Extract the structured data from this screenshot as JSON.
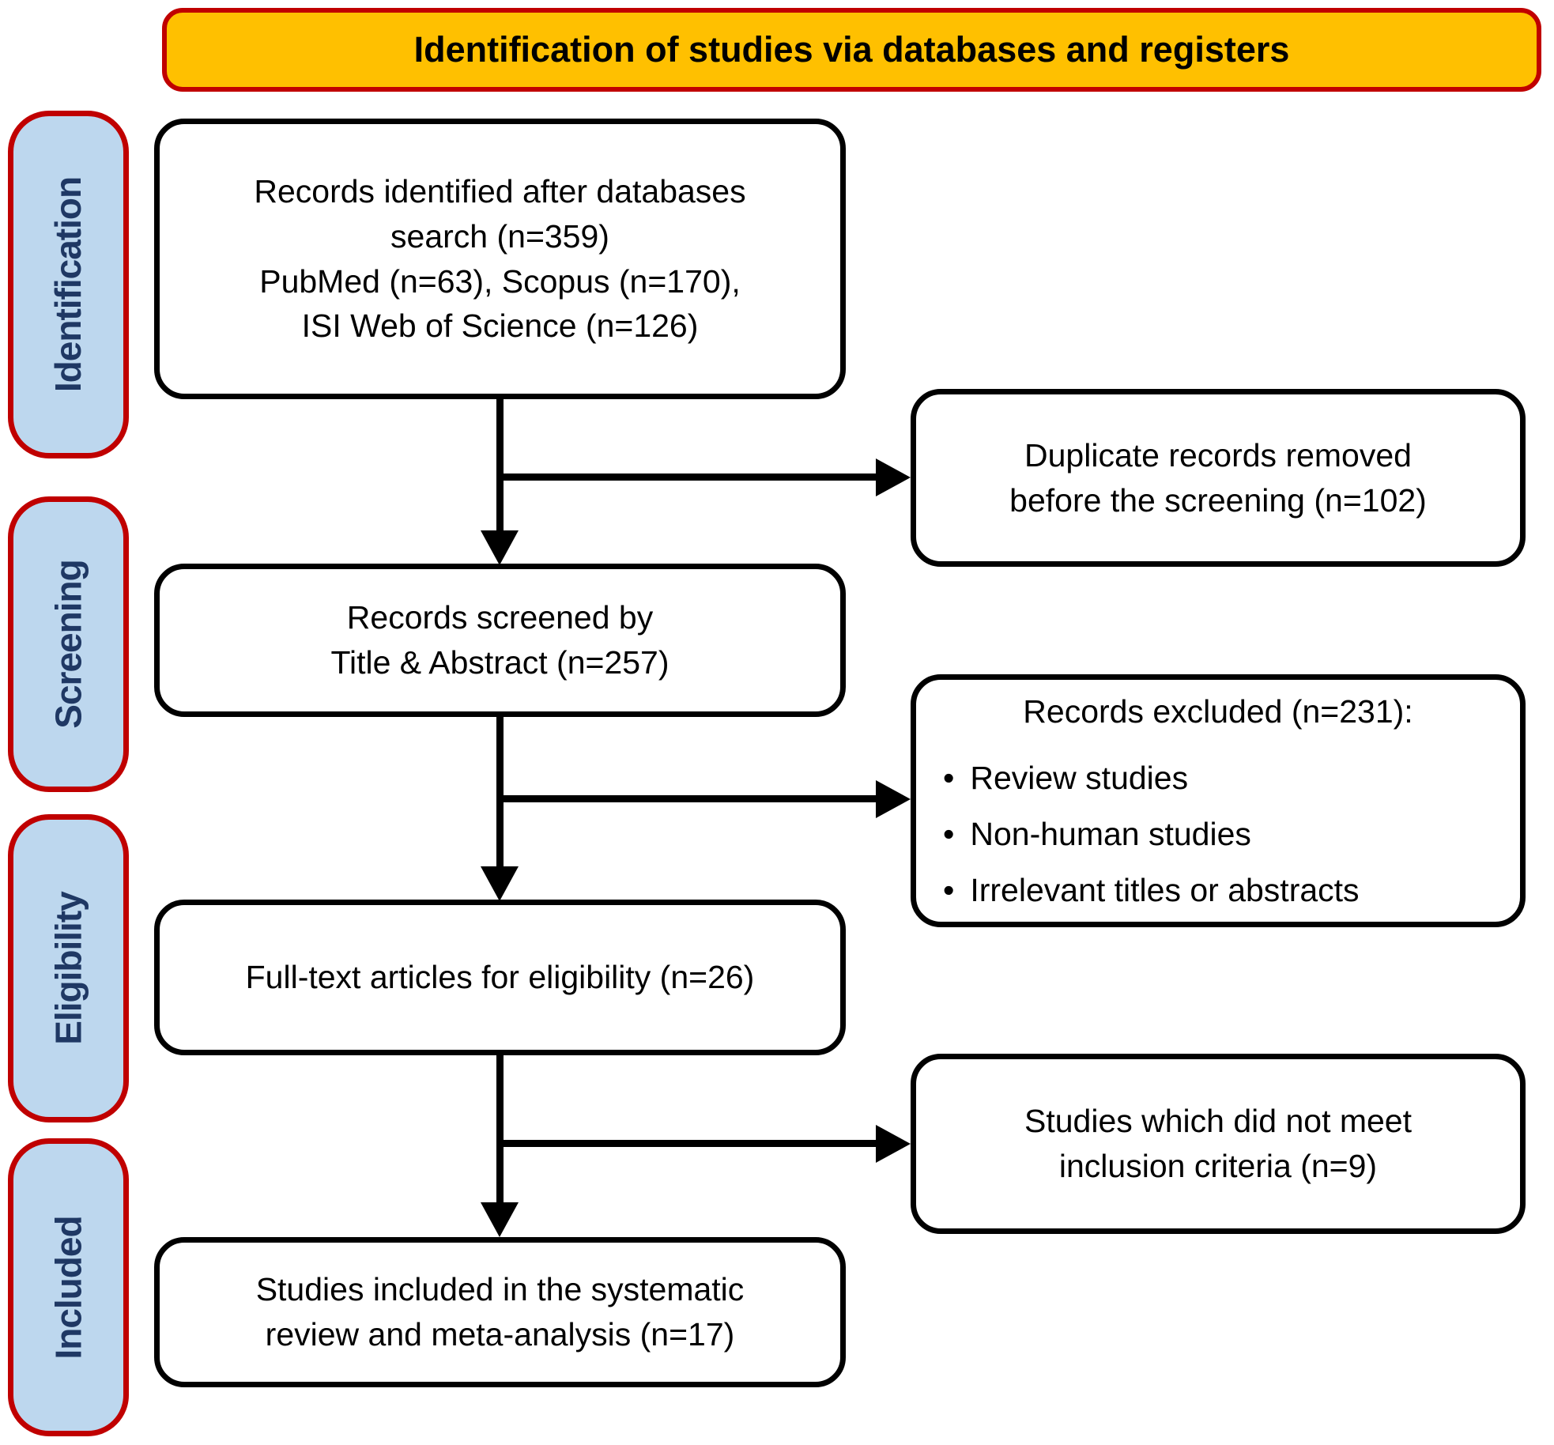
{
  "header": {
    "title": "Identification of studies via databases and registers"
  },
  "colors": {
    "banner_fill": "#FFC000",
    "banner_border": "#C00000",
    "stage_fill": "#BDD7EE",
    "stage_border": "#C00000",
    "stage_text": "#1F3864",
    "box_border": "#000000",
    "box_fill": "#FFFFFF",
    "arrow": "#000000"
  },
  "stages": [
    {
      "label": "Identification"
    },
    {
      "label": "Screening"
    },
    {
      "label": "Eligibility"
    },
    {
      "label": "Included"
    }
  ],
  "main_boxes": [
    {
      "id": "records-identified",
      "lines": [
        "Records identified after databases",
        "search (n=359)",
        "PubMed (n=63), Scopus (n=170),",
        "ISI Web of Science (n=126)"
      ]
    },
    {
      "id": "records-screened",
      "lines": [
        "Records screened by",
        "Title & Abstract (n=257)"
      ]
    },
    {
      "id": "fulltext-eligibility",
      "lines": [
        "Full-text articles for eligibility (n=26)"
      ]
    },
    {
      "id": "studies-included",
      "lines": [
        "Studies included in the systematic",
        "review and meta-analysis (n=17)"
      ]
    }
  ],
  "side_boxes": [
    {
      "id": "duplicates-removed",
      "lines": [
        "Duplicate records removed",
        "before the screening (n=102)"
      ]
    },
    {
      "id": "records-excluded",
      "title": "Records excluded (n=231):",
      "bullet_char": "•",
      "bullets": [
        "Review studies",
        "Non-human studies",
        "Irrelevant titles or abstracts"
      ]
    },
    {
      "id": "not-meeting-criteria",
      "lines": [
        "Studies which did not meet",
        "inclusion criteria (n=9)"
      ]
    }
  ]
}
